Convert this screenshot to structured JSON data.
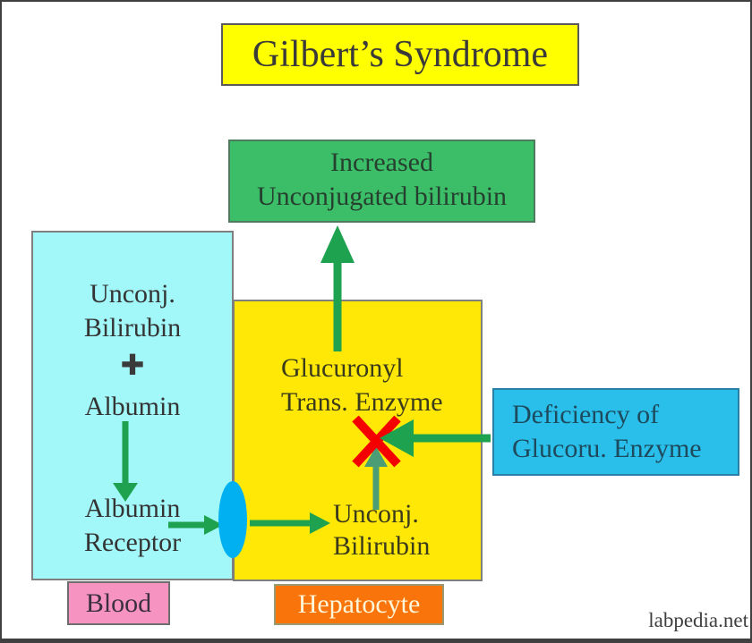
{
  "title": {
    "label": "Gilbert’s Syndrome"
  },
  "increased_box": {
    "lines": [
      "Increased",
      "Unconjugated bilirubin"
    ]
  },
  "blood": {
    "compartment_label": "Blood",
    "unconj_bilirubin": [
      "Unconj.",
      "Bilirubin"
    ],
    "plus_symbol": "✚",
    "albumin": "Albumin",
    "albumin_receptor": [
      "Albumin",
      "Receptor"
    ]
  },
  "hepatocyte": {
    "compartment_label": "Hepatocyte",
    "enzyme": [
      "Glucuronyl",
      "Trans. Enzyme"
    ],
    "unconj_bilirubin": [
      "Unconj.",
      "Bilirubin"
    ]
  },
  "deficiency_box": {
    "lines": [
      "Deficiency of",
      "Glucoru. Enzyme"
    ]
  },
  "watermark": "labpedia.net",
  "colors": {
    "title_bg": "#ffff00",
    "increased_bg": "#3cbe68",
    "blood_bg": "#a2f7f9",
    "hepatocyte_bg": "#ffe805",
    "deficiency_bg": "#29bfea",
    "blood_label_bg": "#f793c1",
    "hepatocyte_label_bg": "#f9750b",
    "arrow_green": "#1ea24f",
    "blocked_x_red": "#f40000",
    "receptor_channel_blue": "#00b0f0",
    "plus_dark": "#3a3a3a"
  }
}
